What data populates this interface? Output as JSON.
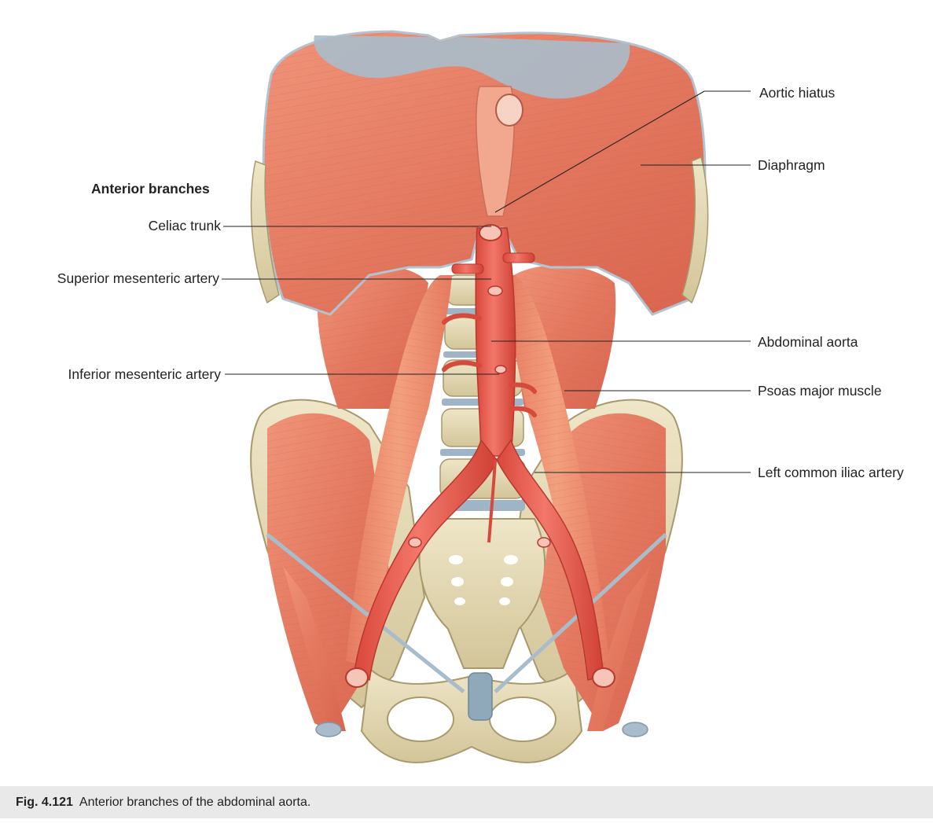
{
  "figure": {
    "heading": "Anterior branches",
    "labels_left": [
      "Celiac trunk",
      "Superior mesenteric artery",
      "Inferior mesenteric artery"
    ],
    "labels_right": [
      "Aortic hiatus",
      "Diaphragm",
      "Abdominal aorta",
      "Psoas major muscle",
      "Left common iliac artery"
    ],
    "caption_number": "Fig. 4.121",
    "caption_text": "Anterior branches of the abdominal aorta."
  },
  "colors": {
    "muscle": "#e9836a",
    "muscle_dark": "#c85a44",
    "tendon": "#a9bccb",
    "bone": "#e4d8b4",
    "bone_shadow": "#c2b48a",
    "artery": "#e8584a",
    "artery_dark": "#b8382d",
    "disc": "#9fb4c4",
    "caption_bg": "#e9e9ea"
  }
}
